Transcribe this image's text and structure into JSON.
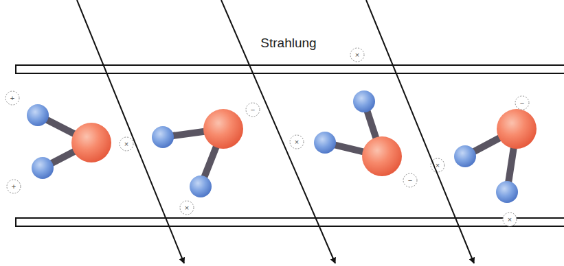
{
  "diagram": {
    "labels": [
      "Strahlung",
      "+",
      "+",
      "×",
      "−",
      "×",
      "×",
      "×",
      "−",
      "−",
      "×",
      "×"
    ]
  }
}
